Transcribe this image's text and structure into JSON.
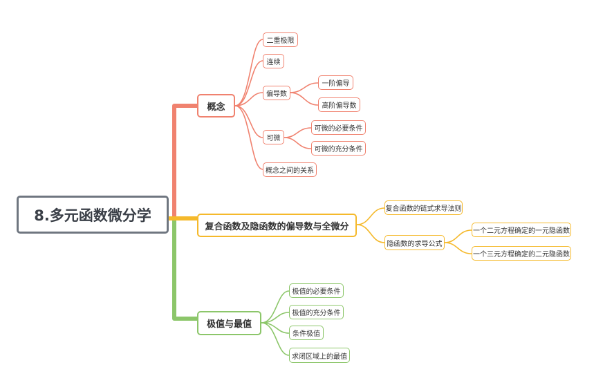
{
  "root": "8.多元函数微分学",
  "colors": {
    "red": "#f0826f",
    "yellow": "#f5b92b",
    "green": "#8cc66a",
    "root_border": "#6f7680"
  },
  "branches": [
    {
      "label": "概念",
      "children": [
        {
          "label": "二重极限"
        },
        {
          "label": "连续"
        },
        {
          "label": "偏导数",
          "children": [
            "一阶偏导",
            "高阶偏导数"
          ]
        },
        {
          "label": "可微",
          "children": [
            "可微的必要条件",
            "可微的充分条件"
          ]
        },
        {
          "label": "概念之间的关系"
        }
      ]
    },
    {
      "label": "复合函数及隐函数的偏导数与全微分",
      "children": [
        {
          "label": "复合函数的链式求导法则"
        },
        {
          "label": "隐函数的求导公式",
          "children": [
            "一个二元方程确定的一元隐函数",
            "一个三元方程确定的二元隐函数"
          ]
        }
      ]
    },
    {
      "label": "极值与最值",
      "children": [
        {
          "label": "极值的必要条件"
        },
        {
          "label": "极值的充分条件"
        },
        {
          "label": "条件极值"
        },
        {
          "label": "求闭区域上的最值"
        }
      ]
    }
  ]
}
